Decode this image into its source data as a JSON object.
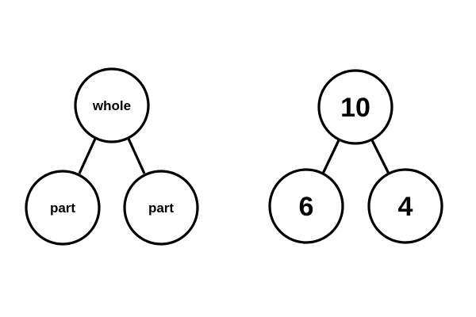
{
  "diagrams": [
    {
      "name": "generic-number-bond",
      "whole": "whole",
      "parts": [
        "part",
        "part"
      ]
    },
    {
      "name": "example-number-bond",
      "whole": "10",
      "parts": [
        "6",
        "4"
      ]
    }
  ],
  "colors": {
    "stroke": "#000000",
    "fill": "#ffffff",
    "text": "#000000"
  }
}
